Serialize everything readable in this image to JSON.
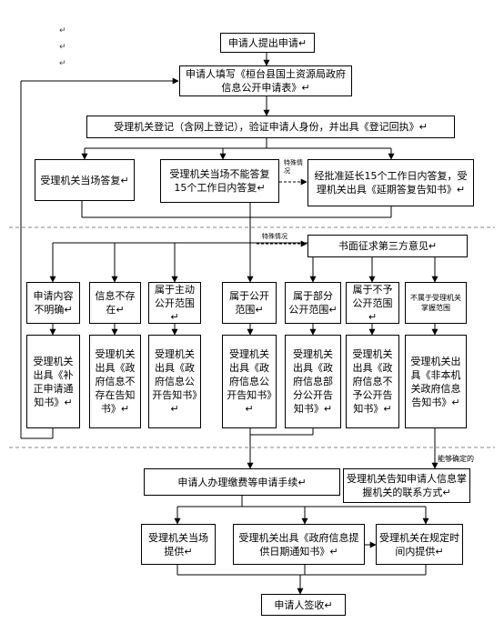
{
  "flow": {
    "apply": "申请人提出申请↵",
    "fill_form": "申请人填写《桓台县国土资源局政府信息公开申请表》↵",
    "register": "受理机关登记（含网上登记），验证申请人身份，并出具《登记回执》↵",
    "answer_now": "受理机关当场答复↵",
    "answer_15days": "受理机关当场不能答复 15个工作日内答复↵",
    "special_1": "特殊情况",
    "extend": "经批准延长15个工作日内答复，受理机关出具《延期答复告知书》↵",
    "special_2": "特殊情况",
    "third_party": "书面征求第三方意见↵",
    "cat_unclear": "申请内容不明确↵",
    "cat_notexist": "信息不存在↵",
    "cat_proactive": "属于主动公开范围↵",
    "cat_public": "属于公开范围↵",
    "cat_partial": "属于部分公开范围↵",
    "cat_nondisclose": "属于不予公开范围↵",
    "cat_notscope": "不属于受理机关掌握范围",
    "res_unclear": "受理机关出具《补正申请通知书》↵",
    "res_notexist": "受理机关出具《政府信息不存在告知书》↵",
    "res_proactive": "受理机关出具《政府信息公开告知书》↵",
    "res_public": "受理机关出具《政府信息公开告知书》↵",
    "res_partial": "受理机关出具《政府信息部分公开告知书》↵",
    "res_nondisclose": "受理机关出具《政府信息不予公开告知书》↵",
    "res_notscope": "受理机关出具《非本机关政府信息告知书》↵",
    "determinable": "能够确定的",
    "pay": "申请人办理缴费等申请手续↵",
    "inform_contact": "受理机关告知申请人信息掌握机关的联系方式↵",
    "provide_now": "受理机关当场提供↵",
    "provide_date": "受理机关出具《政府信息提供日期通知书》↵",
    "provide_later": "受理机关在规定时间内提供↵",
    "sign": "申请人签收↵"
  },
  "margin_marks": [
    "↵",
    "↵",
    "↵"
  ]
}
